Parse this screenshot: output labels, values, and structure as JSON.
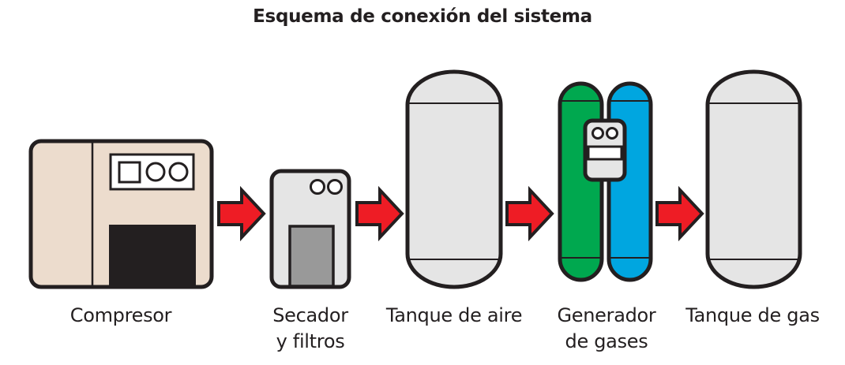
{
  "title": "Esquema de conexión del sistema",
  "components": [
    {
      "id": "compresor",
      "label": "Compresor",
      "color": "#ecdccd"
    },
    {
      "id": "secador",
      "label_line1": "Secador",
      "label_line2": "y filtros",
      "color": "#e5e5e5"
    },
    {
      "id": "tanque-aire",
      "label": "Tanque de aire",
      "color": "#e5e5e5"
    },
    {
      "id": "generador",
      "label_line1": "Generador",
      "label_line2": "de gases",
      "colors": [
        "#00a84f",
        "#00a6e0"
      ]
    },
    {
      "id": "tanque-gas",
      "label": "Tanque de gas",
      "color": "#e5e5e5"
    }
  ],
  "arrow_color": "#ee1c25",
  "outline_color": "#231f20"
}
